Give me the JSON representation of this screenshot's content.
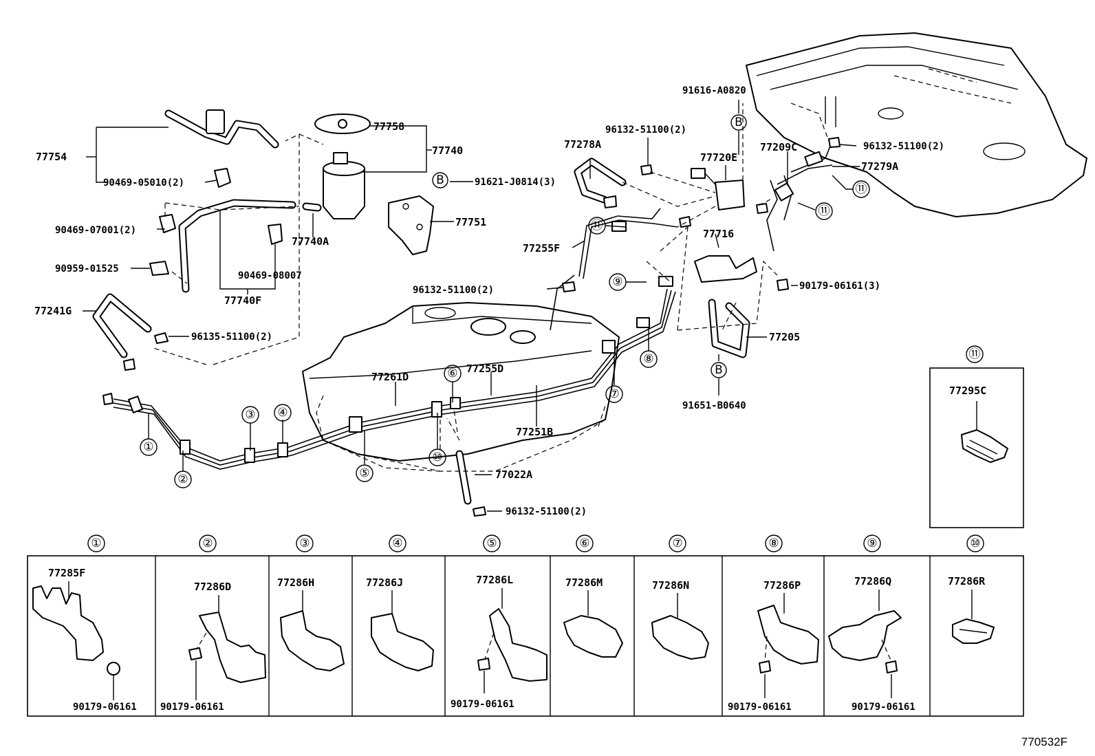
{
  "diagram_code": "770532F",
  "parts": {
    "p77754": "77754",
    "p90469_05010": "90469-05010(2)",
    "p77758": "77758",
    "p77740": "77740",
    "b_label_1": "B",
    "p91621": "91621-J0814(3)",
    "p77751": "77751",
    "p90469_07001": "90469-07001(2)",
    "p77740A": "77740A",
    "p90469_08007": "90469-08007",
    "p90959": "90959-01525",
    "p77740F": "77740F",
    "p77241G": "77241G",
    "p96135": "96135-51100(2)",
    "p77278A": "77278A",
    "p96132_a": "96132-51100(2)",
    "p91616": "91616-A0820",
    "b_label_2": "B",
    "p77720E": "77720E",
    "p77209C": "77209C",
    "p96132_b": "96132-51100(2)",
    "p77279A": "77279A",
    "p77255F": "77255F",
    "p77716": "77716",
    "p96132_c": "96132-51100(2)",
    "p90179_3": "90179-06161(3)",
    "p77205": "77205",
    "b_label_3": "B",
    "p91651": "91651-B0640",
    "p77261D": "77261D",
    "p77255D": "77255D",
    "p77251B": "77251B",
    "p77022A": "77022A",
    "p96132_d": "96132-51100(2)",
    "p77295C": "77295C"
  },
  "callouts": {
    "c1": "①",
    "c2": "②",
    "c3": "③",
    "c4": "④",
    "c5": "⑤",
    "c6": "⑥",
    "c7": "⑦",
    "c8": "⑧",
    "c9": "⑨",
    "c10": "⑩",
    "c11a": "⑪",
    "c11b": "⑪",
    "c11c": "⑪",
    "c11d": "⑪"
  },
  "clamp_panels": [
    {
      "ref": "①",
      "part": "77285F",
      "bolt": "90179-06161"
    },
    {
      "ref": "②",
      "part": "77286D",
      "bolt": "90179-06161"
    },
    {
      "ref": "③",
      "part": "77286H",
      "bolt": ""
    },
    {
      "ref": "④",
      "part": "77286J",
      "bolt": ""
    },
    {
      "ref": "⑤",
      "part": "77286L",
      "bolt": "90179-06161"
    },
    {
      "ref": "⑥",
      "part": "77286M",
      "bolt": ""
    },
    {
      "ref": "⑦",
      "part": "77286N",
      "bolt": ""
    },
    {
      "ref": "⑧",
      "part": "77286P",
      "bolt": "90179-06161"
    },
    {
      "ref": "⑨",
      "part": "77286Q",
      "bolt": "90179-06161"
    },
    {
      "ref": "⑩",
      "part": "77286R",
      "bolt": ""
    }
  ]
}
